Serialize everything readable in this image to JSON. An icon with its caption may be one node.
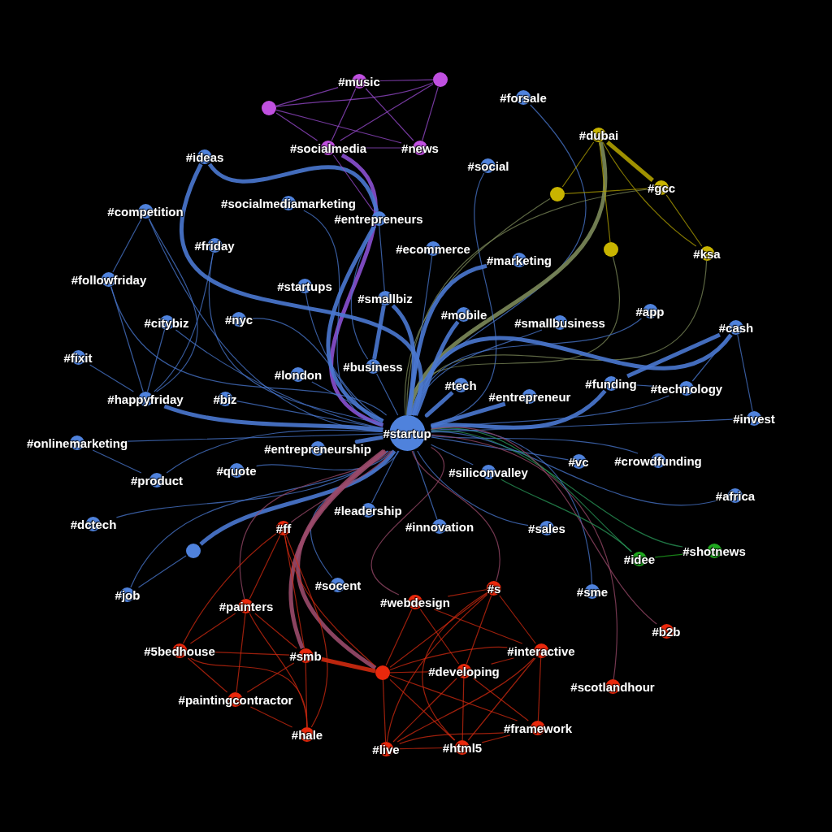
{
  "diagram": {
    "nodes": [
      {
        "text": [
          "#startup"
        ]
      },
      {
        "text": [
          "#music"
        ]
      },
      {
        "text": [],
        "shape": "circle"
      },
      {
        "text": [],
        "shape": "circle"
      },
      {
        "text": [
          "#socialmedia"
        ]
      },
      {
        "text": [
          "#news"
        ]
      },
      {
        "text": [
          "#forsale"
        ]
      },
      {
        "text": [
          "#dubai"
        ]
      },
      {
        "text": [
          "#ideas"
        ]
      },
      {
        "text": [
          "#social"
        ]
      },
      {
        "text": [],
        "shape": "circle"
      },
      {
        "text": [
          "#gcc"
        ]
      },
      {
        "text": [
          "#competition"
        ]
      },
      {
        "text": [
          "#socialmediamarketing"
        ]
      },
      {
        "text": [
          "#entrepreneurs"
        ]
      },
      {
        "text": [
          "#friday"
        ]
      },
      {
        "text": [
          "#ecommerce"
        ]
      },
      {
        "text": [
          "#marketing"
        ]
      },
      {
        "text": [],
        "shape": "circle"
      },
      {
        "text": [
          "#ksa"
        ]
      },
      {
        "text": [
          "#followfriday"
        ]
      },
      {
        "text": [
          "#startups"
        ]
      },
      {
        "text": [
          "#smallbiz"
        ]
      },
      {
        "text": [
          "#mobile"
        ]
      },
      {
        "text": [
          "#app"
        ]
      },
      {
        "text": [
          "#citybiz"
        ]
      },
      {
        "text": [
          "#nyc"
        ]
      },
      {
        "text": [
          "#smallbusiness"
        ]
      },
      {
        "text": [
          "#cash"
        ]
      },
      {
        "text": [
          "#fixit"
        ]
      },
      {
        "text": [
          "#business"
        ]
      },
      {
        "text": [
          "#london"
        ]
      },
      {
        "text": [
          "#tech"
        ]
      },
      {
        "text": [
          "#funding"
        ]
      },
      {
        "text": [
          "#technology"
        ]
      },
      {
        "text": [
          "#happyfriday"
        ]
      },
      {
        "text": [
          "#biz"
        ]
      },
      {
        "text": [
          "#entrepreneur"
        ]
      },
      {
        "text": [
          "#invest"
        ]
      },
      {
        "text": [
          "#onlinemarketing"
        ]
      },
      {
        "text": [
          "#entrepreneurship"
        ]
      },
      {
        "text": [
          "#quote"
        ]
      },
      {
        "text": [
          "#siliconvalley"
        ]
      },
      {
        "text": [
          "#vc"
        ]
      },
      {
        "text": [
          "#crowdfunding"
        ]
      },
      {
        "text": [
          "#product"
        ]
      },
      {
        "text": [
          "#africa"
        ]
      },
      {
        "text": [
          "#dctech"
        ]
      },
      {
        "text": [
          "#leadership"
        ]
      },
      {
        "text": [
          "#innovation"
        ]
      },
      {
        "text": [
          "#sales"
        ]
      },
      {
        "text": [
          "#ff"
        ]
      },
      {
        "text": [],
        "shape": "circle"
      },
      {
        "text": [
          "#idee"
        ]
      },
      {
        "text": [
          "#shotnews"
        ]
      },
      {
        "text": [
          "#socent"
        ]
      },
      {
        "text": [
          "#s"
        ]
      },
      {
        "text": [
          "#sme"
        ]
      },
      {
        "text": [
          "#job"
        ]
      },
      {
        "text": [
          "#webdesign"
        ]
      },
      {
        "text": [
          "#painters"
        ]
      },
      {
        "text": [
          "#b2b"
        ]
      },
      {
        "text": [
          "#5bedhouse"
        ]
      },
      {
        "text": [
          "#smb"
        ]
      },
      {
        "text": [
          "#interactive"
        ]
      },
      {
        "text": [],
        "shape": "circle"
      },
      {
        "text": [
          "#developing"
        ]
      },
      {
        "text": [
          "#scotlandhour"
        ]
      },
      {
        "text": [
          "#paintingcontractor"
        ]
      },
      {
        "text": [
          "#framework"
        ]
      },
      {
        "text": [
          "#hale"
        ]
      },
      {
        "text": [
          "#live"
        ]
      },
      {
        "text": [
          "#html5"
        ]
      }
    ],
    "edges": [
      {
        "from": 0,
        "to": 4,
        "arrow": "none",
        "style": "thick",
        "color": "#8a50d0"
      },
      {
        "from": 0,
        "to": 6,
        "arrow": "none"
      },
      {
        "from": 0,
        "to": 7,
        "arrow": "none",
        "style": "thick",
        "color": "#7c8a5a"
      },
      {
        "from": 0,
        "to": 8,
        "arrow": "none",
        "style": "thick"
      },
      {
        "from": 0,
        "to": 9,
        "arrow": "none"
      },
      {
        "from": 0,
        "to": 10,
        "arrow": "none",
        "color": "#7c8a5a"
      },
      {
        "from": 0,
        "to": 11,
        "arrow": "none",
        "color": "#7c8a5a"
      },
      {
        "from": 0,
        "to": 12,
        "arrow": "none"
      },
      {
        "from": 0,
        "to": 13,
        "arrow": "none"
      },
      {
        "from": 0,
        "to": 14,
        "arrow": "none",
        "style": "thick"
      },
      {
        "from": 0,
        "to": 15,
        "arrow": "none"
      },
      {
        "from": 0,
        "to": 16,
        "arrow": "none"
      },
      {
        "from": 0,
        "to": 17,
        "arrow": "none",
        "style": "thick"
      },
      {
        "from": 0,
        "to": 18,
        "arrow": "none",
        "color": "#7c8a5a"
      },
      {
        "from": 0,
        "to": 19,
        "arrow": "none",
        "color": "#7c8a5a"
      },
      {
        "from": 0,
        "to": 20,
        "arrow": "none"
      },
      {
        "from": 0,
        "to": 21,
        "arrow": "none"
      },
      {
        "from": 0,
        "to": 22,
        "arrow": "none",
        "style": "thick"
      },
      {
        "from": 0,
        "to": 23,
        "arrow": "none",
        "style": "thick"
      },
      {
        "from": 0,
        "to": 24,
        "arrow": "none"
      },
      {
        "from": 0,
        "to": 25,
        "arrow": "none"
      },
      {
        "from": 0,
        "to": 26,
        "arrow": "none"
      },
      {
        "from": 0,
        "to": 27,
        "arrow": "none"
      },
      {
        "from": 0,
        "to": 28,
        "arrow": "none",
        "style": "thick"
      },
      {
        "from": 0,
        "to": 30,
        "arrow": "none"
      },
      {
        "from": 0,
        "to": 31,
        "arrow": "none"
      },
      {
        "from": 0,
        "to": 32,
        "arrow": "none",
        "style": "thick"
      },
      {
        "from": 0,
        "to": 33,
        "arrow": "none",
        "style": "thick"
      },
      {
        "from": 0,
        "to": 34,
        "arrow": "none"
      },
      {
        "from": 0,
        "to": 35,
        "arrow": "none",
        "style": "thick"
      },
      {
        "from": 0,
        "to": 36,
        "arrow": "none"
      },
      {
        "from": 0,
        "to": 37,
        "arrow": "none",
        "style": "thick"
      },
      {
        "from": 0,
        "to": 38,
        "arrow": "none"
      },
      {
        "from": 0,
        "to": 39,
        "arrow": "none"
      },
      {
        "from": 0,
        "to": 40,
        "arrow": "none",
        "style": "thick"
      },
      {
        "from": 0,
        "to": 41,
        "arrow": "none"
      },
      {
        "from": 0,
        "to": 42,
        "arrow": "none"
      },
      {
        "from": 0,
        "to": 43,
        "arrow": "none"
      },
      {
        "from": 0,
        "to": 44,
        "arrow": "none"
      },
      {
        "from": 0,
        "to": 45,
        "arrow": "none"
      },
      {
        "from": 0,
        "to": 46,
        "arrow": "none"
      },
      {
        "from": 0,
        "to": 47,
        "arrow": "none"
      },
      {
        "from": 0,
        "to": 48,
        "arrow": "none"
      },
      {
        "from": 0,
        "to": 49,
        "arrow": "none"
      },
      {
        "from": 0,
        "to": 50,
        "arrow": "none"
      },
      {
        "from": 0,
        "to": 52,
        "arrow": "none",
        "style": "thick"
      },
      {
        "from": 0,
        "to": 53,
        "arrow": "none",
        "color": "#2a9a5a"
      },
      {
        "from": 0,
        "to": 54,
        "arrow": "none",
        "color": "#2a9a5a"
      },
      {
        "from": 0,
        "to": 55,
        "arrow": "none"
      },
      {
        "from": 0,
        "to": 57,
        "arrow": "none"
      },
      {
        "from": 0,
        "to": 58,
        "arrow": "none"
      },
      {
        "from": 0,
        "to": 59,
        "arrow": "none",
        "color": "#9a4a6a"
      },
      {
        "from": 0,
        "to": 61,
        "arrow": "none",
        "color": "#9a4a6a"
      },
      {
        "from": 0,
        "to": 63,
        "arrow": "none",
        "style": "thick",
        "color": "#9a4a6a"
      },
      {
        "from": 0,
        "to": 65,
        "arrow": "none",
        "style": "thick",
        "color": "#9a4a6a"
      },
      {
        "from": 0,
        "to": 67,
        "arrow": "none",
        "color": "#9a4a6a"
      },
      {
        "from": 0,
        "to": 51,
        "arrow": "none",
        "color": "#9a4a6a"
      },
      {
        "from": 0,
        "to": 60,
        "arrow": "none",
        "color": "#9a4a6a"
      },
      {
        "from": 0,
        "to": 56,
        "arrow": "none",
        "color": "#9a4a6a"
      },
      {
        "from": 12,
        "to": 20,
        "arrow": "none"
      },
      {
        "from": 12,
        "to": 35,
        "arrow": "none"
      },
      {
        "from": 20,
        "to": 35,
        "arrow": "none"
      },
      {
        "from": 15,
        "to": 35,
        "arrow": "none"
      },
      {
        "from": 25,
        "to": 35,
        "arrow": "none"
      },
      {
        "from": 29,
        "to": 35,
        "arrow": "none"
      },
      {
        "from": 8,
        "to": 14,
        "arrow": "none",
        "style": "thick"
      },
      {
        "from": 14,
        "to": 22,
        "arrow": "none"
      },
      {
        "from": 14,
        "to": 30,
        "arrow": "none"
      },
      {
        "from": 22,
        "to": 30,
        "arrow": "none",
        "style": "thick"
      },
      {
        "from": 39,
        "to": 45,
        "arrow": "none"
      },
      {
        "from": 28,
        "to": 38,
        "arrow": "none"
      },
      {
        "from": 28,
        "to": 34,
        "arrow": "none"
      },
      {
        "from": 28,
        "to": 33,
        "arrow": "none",
        "style": "thick"
      },
      {
        "from": 33,
        "to": 34,
        "arrow": "none"
      },
      {
        "from": 58,
        "to": 52,
        "arrow": "none"
      },
      {
        "from": 1,
        "to": 2,
        "arrow": "none",
        "color": "#9a4bd0"
      },
      {
        "from": 1,
        "to": 3,
        "arrow": "none",
        "color": "#9a4bd0"
      },
      {
        "from": 1,
        "to": 4,
        "arrow": "none",
        "color": "#9a4bd0"
      },
      {
        "from": 1,
        "to": 5,
        "arrow": "none",
        "color": "#9a4bd0"
      },
      {
        "from": 2,
        "to": 4,
        "arrow": "none",
        "color": "#9a4bd0"
      },
      {
        "from": 2,
        "to": 5,
        "arrow": "none",
        "color": "#9a4bd0"
      },
      {
        "from": 3,
        "to": 4,
        "arrow": "none",
        "color": "#9a4bd0"
      },
      {
        "from": 3,
        "to": 5,
        "arrow": "none",
        "color": "#9a4bd0"
      },
      {
        "from": 4,
        "to": 5,
        "arrow": "none",
        "color": "#9a4bd0"
      },
      {
        "from": 2,
        "to": 3,
        "arrow": "none",
        "color": "#9a4bd0"
      },
      {
        "from": 4,
        "to": 14,
        "arrow": "none",
        "color": "#9a4bd0"
      },
      {
        "from": 7,
        "to": 11,
        "arrow": "none",
        "style": "thick",
        "color": "#b0a000"
      },
      {
        "from": 7,
        "to": 19,
        "arrow": "none",
        "color": "#b0a000"
      },
      {
        "from": 11,
        "to": 19,
        "arrow": "none",
        "color": "#b0a000"
      },
      {
        "from": 7,
        "to": 10,
        "arrow": "none",
        "color": "#b0a000"
      },
      {
        "from": 7,
        "to": 18,
        "arrow": "none",
        "color": "#b0a000"
      },
      {
        "from": 10,
        "to": 11,
        "arrow": "none",
        "color": "#b0a000"
      },
      {
        "from": 53,
        "to": 54,
        "arrow": "none",
        "color": "#1fa81f"
      },
      {
        "from": 42,
        "to": 53,
        "arrow": "none",
        "color": "#2a9a5a"
      },
      {
        "from": 51,
        "to": 60,
        "arrow": "none",
        "color": "#d02a10"
      },
      {
        "from": 51,
        "to": 63,
        "arrow": "none",
        "color": "#d02a10"
      },
      {
        "from": 51,
        "to": 70,
        "arrow": "none",
        "color": "#d02a10"
      },
      {
        "from": 51,
        "to": 65,
        "arrow": "none",
        "color": "#d02a10"
      },
      {
        "from": 51,
        "to": 62,
        "arrow": "none",
        "color": "#d02a10"
      },
      {
        "from": 60,
        "to": 62,
        "arrow": "none",
        "color": "#d02a10"
      },
      {
        "from": 60,
        "to": 68,
        "arrow": "none",
        "color": "#d02a10"
      },
      {
        "from": 60,
        "to": 63,
        "arrow": "none",
        "color": "#d02a10"
      },
      {
        "from": 60,
        "to": 70,
        "arrow": "none",
        "color": "#d02a10"
      },
      {
        "from": 62,
        "to": 63,
        "arrow": "none",
        "color": "#d02a10"
      },
      {
        "from": 62,
        "to": 68,
        "arrow": "none",
        "color": "#d02a10"
      },
      {
        "from": 62,
        "to": 70,
        "arrow": "none",
        "color": "#d02a10"
      },
      {
        "from": 63,
        "to": 65,
        "arrow": "none",
        "style": "thick",
        "color": "#d02a10"
      },
      {
        "from": 63,
        "to": 70,
        "arrow": "none",
        "color": "#d02a10"
      },
      {
        "from": 68,
        "to": 70,
        "arrow": "none",
        "color": "#d02a10"
      },
      {
        "from": 68,
        "to": 63,
        "arrow": "none",
        "color": "#d02a10"
      },
      {
        "from": 65,
        "to": 59,
        "arrow": "none",
        "color": "#d02a10"
      },
      {
        "from": 65,
        "to": 56,
        "arrow": "none",
        "color": "#d02a10"
      },
      {
        "from": 65,
        "to": 64,
        "arrow": "none",
        "color": "#d02a10"
      },
      {
        "from": 65,
        "to": 66,
        "arrow": "none",
        "color": "#d02a10"
      },
      {
        "from": 65,
        "to": 71,
        "arrow": "none",
        "color": "#d02a10"
      },
      {
        "from": 65,
        "to": 72,
        "arrow": "none",
        "color": "#d02a10"
      },
      {
        "from": 65,
        "to": 69,
        "arrow": "none",
        "color": "#d02a10"
      },
      {
        "from": 59,
        "to": 56,
        "arrow": "none",
        "color": "#d02a10"
      },
      {
        "from": 59,
        "to": 66,
        "arrow": "none",
        "color": "#d02a10"
      },
      {
        "from": 59,
        "to": 64,
        "arrow": "none",
        "color": "#d02a10"
      },
      {
        "from": 56,
        "to": 66,
        "arrow": "none",
        "color": "#d02a10"
      },
      {
        "from": 56,
        "to": 64,
        "arrow": "none",
        "color": "#d02a10"
      },
      {
        "from": 56,
        "to": 72,
        "arrow": "none",
        "color": "#d02a10"
      },
      {
        "from": 56,
        "to": 71,
        "arrow": "none",
        "color": "#d02a10"
      },
      {
        "from": 66,
        "to": 64,
        "arrow": "none",
        "color": "#d02a10"
      },
      {
        "from": 66,
        "to": 72,
        "arrow": "none",
        "color": "#d02a10"
      },
      {
        "from": 66,
        "to": 69,
        "arrow": "none",
        "color": "#d02a10"
      },
      {
        "from": 66,
        "to": 71,
        "arrow": "none",
        "color": "#d02a10"
      },
      {
        "from": 64,
        "to": 69,
        "arrow": "none",
        "color": "#d02a10"
      },
      {
        "from": 64,
        "to": 72,
        "arrow": "none",
        "color": "#d02a10"
      },
      {
        "from": 64,
        "to": 71,
        "arrow": "none",
        "color": "#d02a10"
      },
      {
        "from": 71,
        "to": 72,
        "arrow": "none",
        "color": "#d02a10"
      },
      {
        "from": 72,
        "to": 69,
        "arrow": "none",
        "color": "#d02a10"
      },
      {
        "from": 69,
        "to": 71,
        "arrow": "none",
        "color": "#d02a10"
      }
    ]
  }
}
